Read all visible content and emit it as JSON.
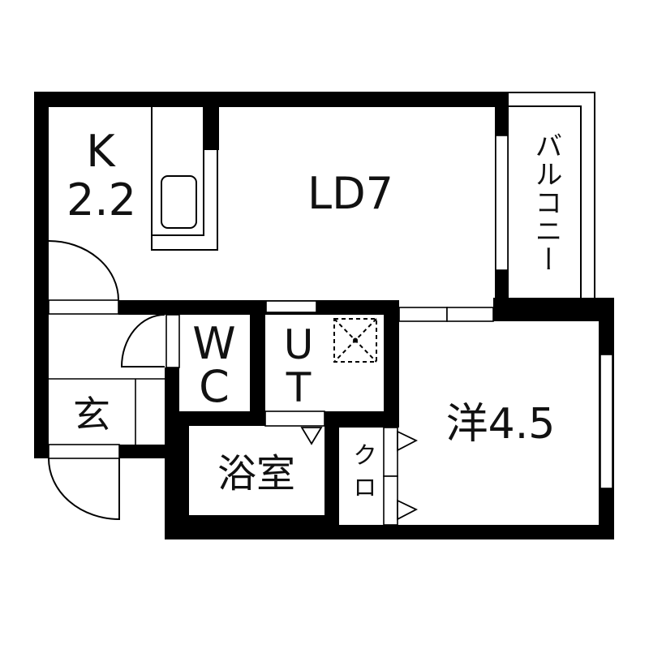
{
  "floorplan": {
    "rooms": {
      "kitchen": {
        "type": "K",
        "size": "2.2"
      },
      "living_dining": {
        "label": "LD7"
      },
      "balcony": {
        "label": "バルコニー"
      },
      "toilet": {
        "line1": "W",
        "line2": "C"
      },
      "utility": {
        "line1": "U",
        "line2": "T"
      },
      "entrance": {
        "label": "玄"
      },
      "bathroom": {
        "label": "浴室"
      },
      "closet": {
        "label": "クロ"
      },
      "western_room": {
        "type": "洋",
        "size": "4.5"
      }
    },
    "icons": {
      "sink": "sink-icon",
      "washer": "washer-space-icon",
      "door_swing": "door-swing-icon",
      "sliding_door": "sliding-door-icon",
      "door_direction": "triangle-marker-icon"
    },
    "colors": {
      "wall": "#000000",
      "background": "#ffffff",
      "text": "#111111"
    }
  }
}
